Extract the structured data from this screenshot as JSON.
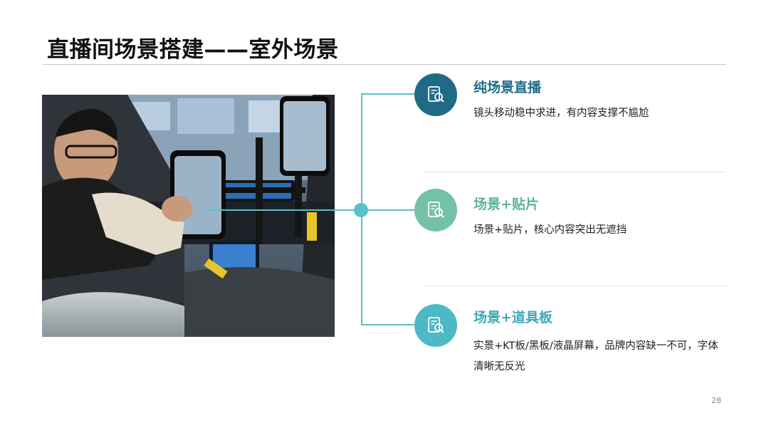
{
  "slide": {
    "title": "直播间场景搭建——室外场景",
    "page_number": "28"
  },
  "photo": {
    "description_icon": "photo-car-livestream",
    "accent": "#5bbfc6"
  },
  "items": [
    {
      "title": "纯场景直播",
      "description": "镜头移动稳中求进，有内容支撑不尴尬",
      "icon": "document-search-icon",
      "circle_color": "#1f6b86",
      "title_color": "#1f6b86"
    },
    {
      "title": "场景+贴片",
      "description": "场景+贴片，核心内容突出无遮挡",
      "icon": "document-search-icon",
      "circle_color": "#74c2a6",
      "title_color": "#5fb596"
    },
    {
      "title": "场景+道具板",
      "description": "实景+KT板/黑板/液晶屏幕，品牌内容缺一不可，字体清晰无反光",
      "icon": "document-search-icon",
      "circle_color": "#4db9c6",
      "title_color": "#3fa9b6"
    }
  ]
}
